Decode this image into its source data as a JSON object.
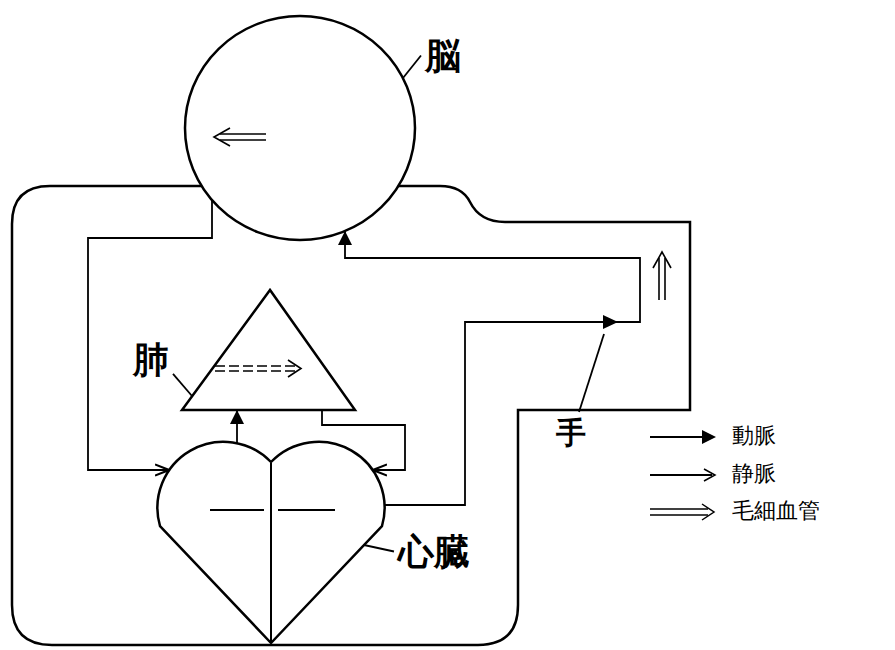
{
  "diagram": {
    "nodes": [
      {
        "text": [
          "脳"
        ]
      },
      {
        "text": [
          "肺"
        ]
      },
      {
        "text": [
          "心臓"
        ]
      }
    ],
    "edges": [
      {
        "from": 2,
        "to": 1,
        "arrow": "to"
      },
      {
        "from": 1,
        "to": 2,
        "arrow": "to"
      },
      {
        "from": 0,
        "to": 2,
        "arrow": "to"
      },
      {
        "from": 2,
        "to": 0,
        "arrow": "to"
      }
    ],
    "labels": [
      "手"
    ],
    "legend": [
      {
        "text": "動脈"
      },
      {
        "text": "静脈"
      },
      {
        "text": "毛細血管"
      }
    ]
  }
}
